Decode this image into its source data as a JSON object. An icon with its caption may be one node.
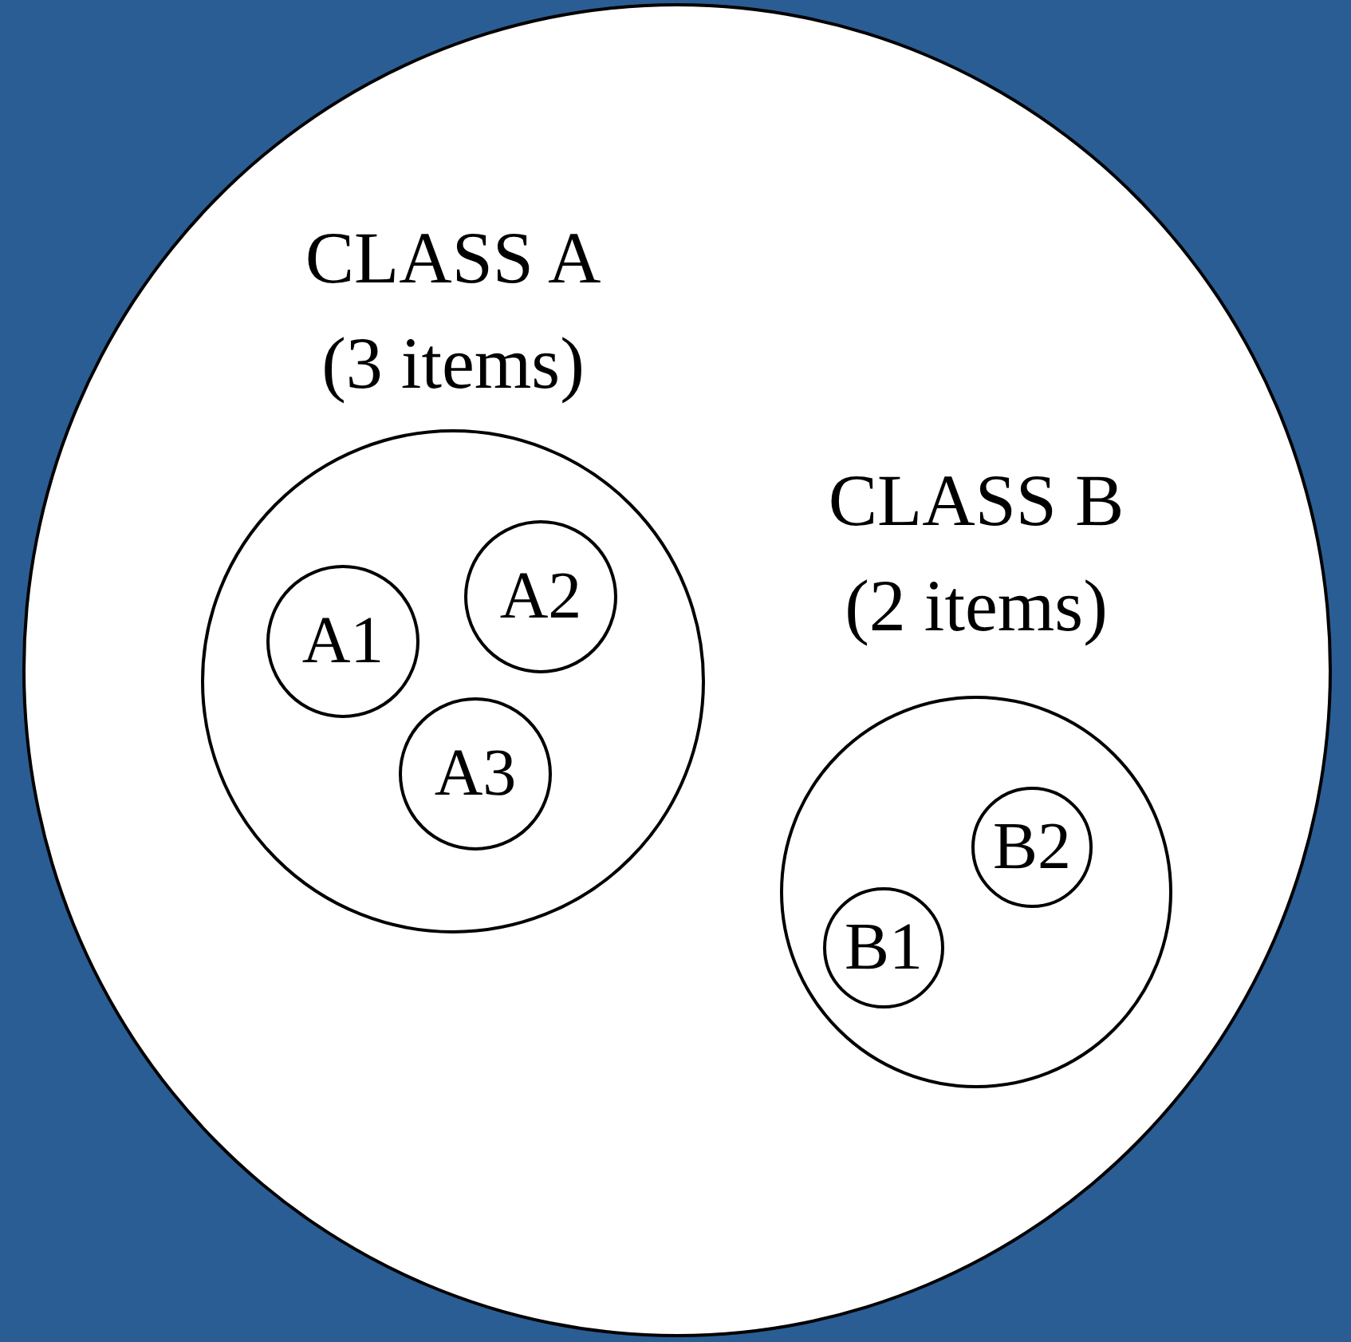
{
  "diagram": {
    "nodes": [
      {
        "text": [],
        "shape": "circle"
      },
      {
        "text": [
          "CLASS A",
          "(3 items)"
        ],
        "in": 0
      },
      {
        "text": [
          "A1"
        ],
        "in": 1
      },
      {
        "text": [
          "A2"
        ],
        "in": 1
      },
      {
        "text": [
          "A3"
        ],
        "in": 1
      },
      {
        "text": [
          "CLASS B",
          "(2 items)"
        ],
        "in": 0
      },
      {
        "text": [
          "B1"
        ],
        "in": 5
      },
      {
        "text": [
          "B2"
        ],
        "in": 5
      }
    ]
  }
}
